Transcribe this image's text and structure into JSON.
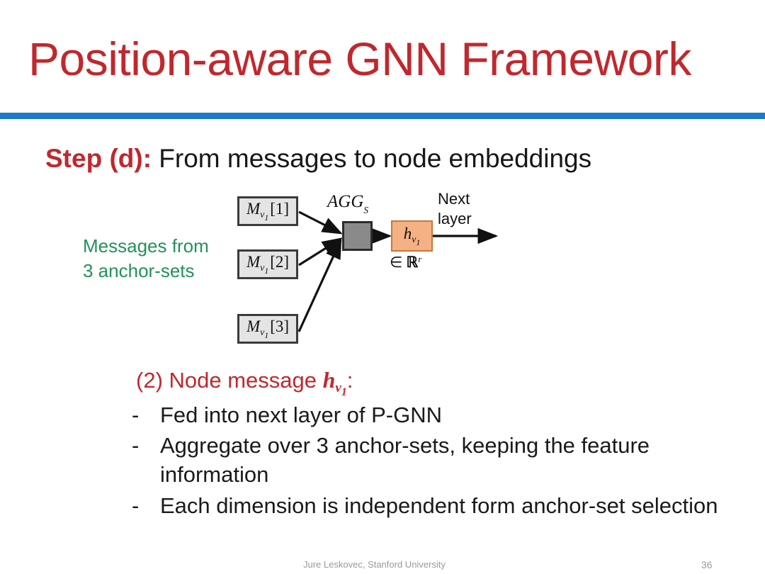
{
  "slide": {
    "title": "Position-aware GNN Framework",
    "title_color": "#C0282D",
    "rule_color": "#1B7AC4",
    "background": "#ffffff"
  },
  "heading": {
    "step_label": "Step (d):",
    "step_text": " From messages to node embeddings",
    "label_color": "#C0282D",
    "text_color": "#171717"
  },
  "diagram": {
    "caption": {
      "line1": "Messages from",
      "line2": "3 anchor-sets",
      "color": "#23915A"
    },
    "message_boxes": [
      {
        "name": "M",
        "sub": "v",
        "subsub": "1",
        "index": "[1]",
        "fill": "#E4E4E4",
        "border": "#3B3B3B"
      },
      {
        "name": "M",
        "sub": "v",
        "subsub": "1",
        "index": "[2]",
        "fill": "#E4E4E4",
        "border": "#3B3B3B"
      },
      {
        "name": "M",
        "sub": "v",
        "subsub": "1",
        "index": "[3]",
        "fill": "#E4E4E4",
        "border": "#3B3B3B"
      }
    ],
    "agg": {
      "label_main": "AGG",
      "label_sub": "S",
      "box_fill": "#8A8A8A",
      "box_border": "#2C2C2C"
    },
    "hidden": {
      "symbol": "h",
      "sub": "v",
      "subsub": "1",
      "box_fill": "#F5B183",
      "box_border": "#C9763B",
      "membership": "∈",
      "space_symbol": "ℝ",
      "space_exponent": "r"
    },
    "next_layer": {
      "line1": "Next",
      "line2": "layer"
    }
  },
  "body": {
    "node_message": {
      "prefix": "(2) Node message ",
      "symbol": "h",
      "sub": "v",
      "subsub": "1",
      "suffix": ":",
      "color": "#C0282D"
    },
    "bullet_marker": "-",
    "bullets": [
      "Fed into next layer of P-GNN",
      "Aggregate over 3 anchor-sets, keeping the feature information",
      "Each dimension is independent form anchor-set selection"
    ]
  },
  "footer": {
    "credit": "Jure Leskovec, Stanford University",
    "page_number": "36",
    "color": "#9A9A9A"
  }
}
